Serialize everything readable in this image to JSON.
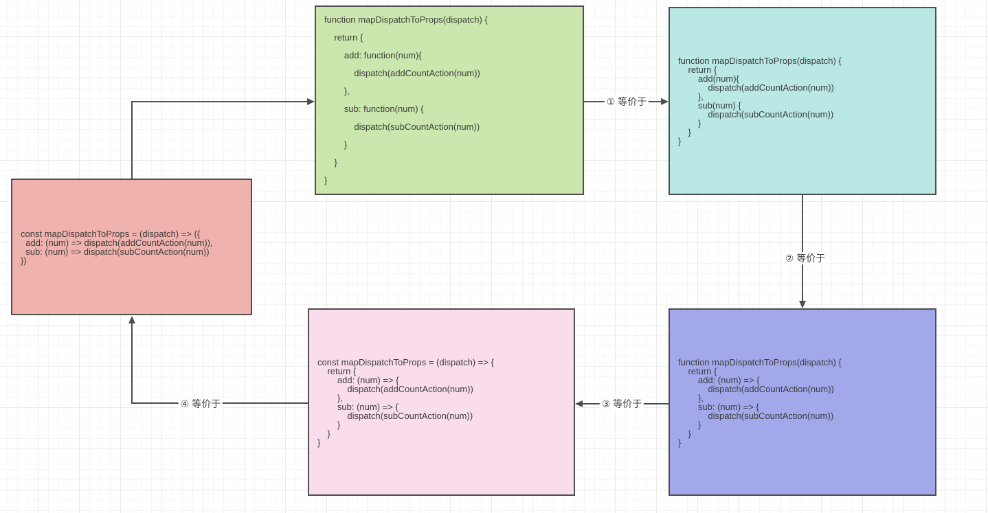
{
  "diagram": {
    "stroke_color": "#4d4d4d",
    "text_color": "#3d3d3d",
    "nodes": [
      {
        "id": "fn-declaration",
        "fill": "#cbe7ad",
        "code": "function mapDispatchToProps(dispatch) {\n    return {\n        add: function(num){\n            dispatch(addCountAction(num))\n        },\n        sub: function(num) {\n            dispatch(subCountAction(num))\n        }\n    }\n}"
      },
      {
        "id": "shorthand-method",
        "fill": "#b9e8e5",
        "code": "function mapDispatchToProps(dispatch) {\n    return {\n        add(num){\n            dispatch(addCountAction(num))\n        },\n        sub(num) {\n            dispatch(subCountAction(num))\n        }\n    }\n}"
      },
      {
        "id": "arrow-body-fn",
        "fill": "#a3a8eb",
        "code": "function mapDispatchToProps(dispatch) {\n    return {\n        add: (num) => {\n            dispatch(addCountAction(num))\n        },\n        sub: (num) => {\n            dispatch(subCountAction(num))\n        }\n    }\n}"
      },
      {
        "id": "const-arrow-block",
        "fill": "#fadded",
        "code": "const mapDispatchToProps = (dispatch) => {\n    return {\n        add: (num) => {\n            dispatch(addCountAction(num))\n        },\n        sub: (num) => {\n            dispatch(subCountAction(num))\n        }\n    }\n}"
      },
      {
        "id": "concise-arrow",
        "fill": "#f0b2ad",
        "code": "const mapDispatchToProps = (dispatch) => ({\n  add: (num) => dispatch(addCountAction(num)),\n  sub: (num) => dispatch(subCountAction(num))\n})"
      }
    ],
    "edges": [
      {
        "from": "fn-declaration",
        "to": "shorthand-method",
        "label": "① 等价于"
      },
      {
        "from": "shorthand-method",
        "to": "arrow-body-fn",
        "label": "② 等价于"
      },
      {
        "from": "arrow-body-fn",
        "to": "const-arrow-block",
        "label": "③ 等价于"
      },
      {
        "from": "const-arrow-block",
        "to": "concise-arrow",
        "label": "④ 等价于"
      },
      {
        "from": "concise-arrow",
        "to": "fn-declaration",
        "label": ""
      }
    ]
  }
}
